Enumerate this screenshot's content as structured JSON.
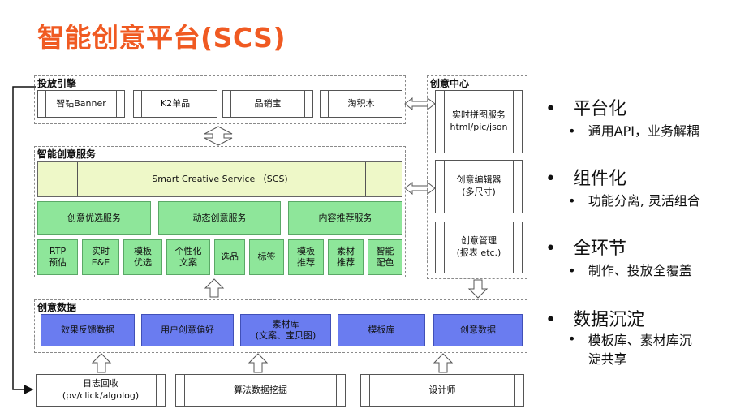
{
  "title": "智能创意平台(SCS)",
  "launch_engine": {
    "label": "投放引擎",
    "items": [
      "智钻Banner",
      "K2单品",
      "品销宝",
      "淘积木"
    ]
  },
  "creative_center": {
    "label": "创意中心",
    "items": [
      "实时拼图服务\nhtml/pic/json",
      "创意编辑器\n(多尺寸)",
      "创意管理\n(报表 etc.)"
    ]
  },
  "service": {
    "label": "智能创意服务",
    "scs": "Smart Creative Service （SCS)",
    "mid": [
      "创意优选服务",
      "动态创意服务",
      "内容推荐服务"
    ],
    "small": [
      "RTP\n预估",
      "实时\nE&E",
      "模板\n优选",
      "个性化\n文案",
      "选品",
      "标签",
      "模板\n推荐",
      "素材\n推荐",
      "智能\n配色"
    ]
  },
  "data": {
    "label": "创意数据",
    "items": [
      "效果反馈数据",
      "用户创意偏好",
      "素材库\n(文案、宝贝图)",
      "模板库",
      "创意数据"
    ]
  },
  "sources": [
    "日志回收\n(pv/click/algolog)",
    "算法数据挖掘",
    "设计师"
  ],
  "bullets": [
    {
      "main": "平台化",
      "sub": "通用API，业务解耦"
    },
    {
      "main": "组件化",
      "sub": "功能分离, 灵活组合"
    },
    {
      "main": "全环节",
      "sub": "制作、投放全覆盖"
    },
    {
      "main": "数据沉淀",
      "sub": "模板库、素材库沉\n淀共享"
    }
  ],
  "bullet_glyph": "•",
  "colors": {
    "title": "#f05a22",
    "green": "#8ee69a",
    "blue": "#6a7cf0",
    "scs": "#eef8c8"
  }
}
